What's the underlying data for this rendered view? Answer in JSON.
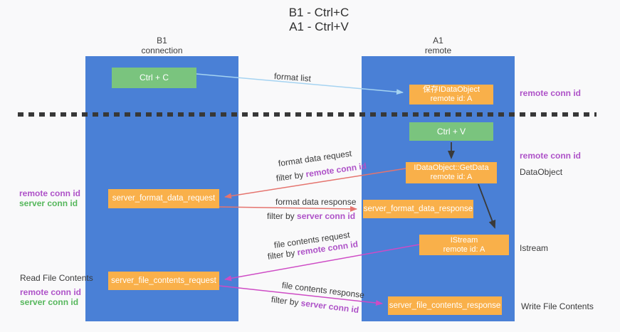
{
  "title": {
    "line1": "B1 - Ctrl+C",
    "line2": "A1 - Ctrl+V"
  },
  "lifelines": {
    "b1": {
      "name": "B1",
      "subtitle": "connection"
    },
    "a1": {
      "name": "A1",
      "subtitle": "remote"
    }
  },
  "boxes": {
    "ctrl_c": {
      "label": "Ctrl + C"
    },
    "save_dataobject": {
      "line1": "保存IDataObject",
      "line2": "remote id: A"
    },
    "ctrl_v": {
      "label": "Ctrl + V"
    },
    "getdata": {
      "line1": "IDataObject::GetData",
      "line2": "remote id: A"
    },
    "format_request": {
      "label": "server_format_data_request"
    },
    "format_response": {
      "label": "server_format_data_response"
    },
    "istream": {
      "line1": "IStream",
      "line2": "remote id: A"
    },
    "file_request": {
      "label": "server_file_contents_request"
    },
    "file_response": {
      "label": "server_file_contents_response"
    }
  },
  "right_labels": {
    "remote_conn_id_top": "remote conn id",
    "remote_conn_id_mid": "remote conn id",
    "dataobject": "DataObject",
    "istream": "Istream",
    "write_file_contents": "Write File Contents"
  },
  "left_labels": {
    "remote_conn_id_1": "remote conn id",
    "server_conn_id_1": "server conn id",
    "read_file_contents": "Read File Contents",
    "remote_conn_id_2": "remote conn id",
    "server_conn_id_2": "server conn id"
  },
  "annotations": {
    "format_list": "format list",
    "format_data_request": "format data request",
    "format_data_response": "format data response",
    "file_contents_request": "file contents request",
    "file_contents_response": "file contents response",
    "filter_by": "filter by ",
    "remote_conn_id": "remote conn id",
    "server_conn_id": "server conn id"
  },
  "colors": {
    "lifeline_blue": "#4a80d6",
    "box_green": "#7ac47e",
    "box_orange": "#f9b04a",
    "arrow_blue": "#a5d3f1",
    "arrow_black": "#3a3a3a",
    "arrow_salmon": "#e5746e",
    "arrow_magenta": "#ce4bc5",
    "label_purple": "#ae52c8",
    "label_green": "#56b75c",
    "text_dark": "#3a3a3a"
  }
}
